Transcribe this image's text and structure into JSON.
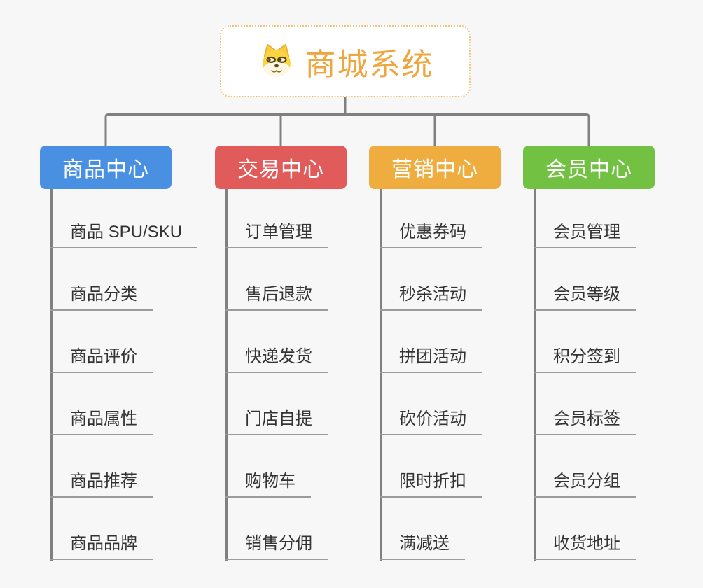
{
  "root": {
    "title": "商城系统",
    "icon": "shiba-dog-icon"
  },
  "branches": [
    {
      "label": "商品中心",
      "color": "#4A90E2",
      "items": [
        "商品 SPU/SKU",
        "商品分类",
        "商品评价",
        "商品属性",
        "商品推荐",
        "商品品牌"
      ]
    },
    {
      "label": "交易中心",
      "color": "#E25B5B",
      "items": [
        "订单管理",
        "售后退款",
        "快递发货",
        "门店自提",
        "购物车",
        "销售分佣"
      ]
    },
    {
      "label": "营销中心",
      "color": "#EFAC3F",
      "items": [
        "优惠券码",
        "秒杀活动",
        "拼团活动",
        "砍价活动",
        "限时折扣",
        "满减送"
      ]
    },
    {
      "label": "会员中心",
      "color": "#72C142",
      "items": [
        "会员管理",
        "会员等级",
        "积分签到",
        "会员标签",
        "会员分组",
        "收货地址"
      ]
    }
  ],
  "colors": {
    "background": "#F7F7F7",
    "title": "#F0A63E",
    "root_border": "#F2C27B",
    "connector": "#808080",
    "leaf_underline": "#9B9B9B",
    "leaf_text": "#333333",
    "node_text": "#FFFFFF"
  }
}
